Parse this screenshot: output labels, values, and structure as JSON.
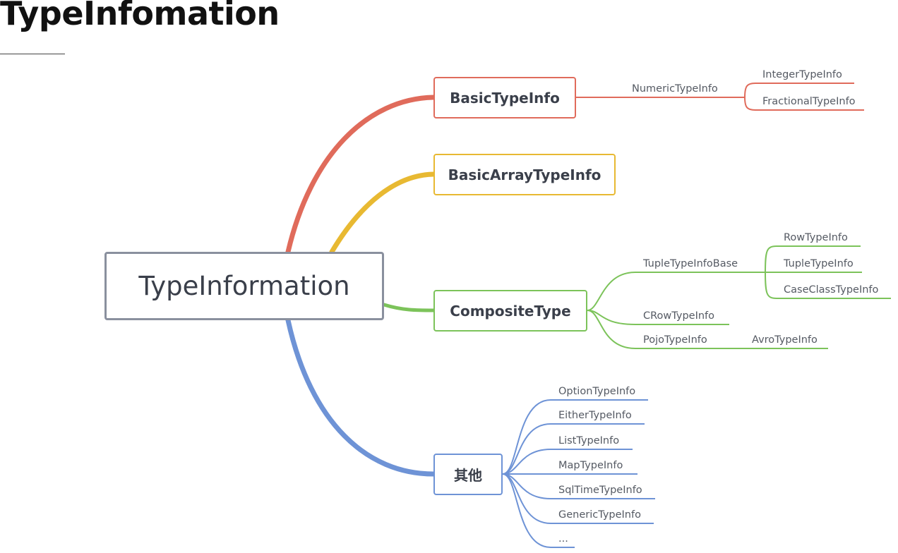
{
  "title": "TypeInfomation",
  "colors": {
    "red": "#e06b5b",
    "yellow": "#e8b932",
    "green": "#7cc35a",
    "blue": "#6e93d6",
    "root_border": "#8a909e"
  },
  "root": {
    "label": "TypeInformation"
  },
  "branches": {
    "basic": {
      "label": "BasicTypeInfo",
      "numeric": "NumericTypeInfo",
      "integer": "IntegerTypeInfo",
      "fractional": "FractionalTypeInfo"
    },
    "basic_array": {
      "label": "BasicArrayTypeInfo"
    },
    "composite": {
      "label": "CompositeType",
      "tuple_base": "TupleTypeInfoBase",
      "row": "RowTypeInfo",
      "tuple": "TupleTypeInfo",
      "case_class": "CaseClassTypeInfo",
      "crow": "CRowTypeInfo",
      "pojo": "PojoTypeInfo",
      "avro": "AvroTypeInfo"
    },
    "other": {
      "label": "其他",
      "items": [
        "OptionTypeInfo",
        "EitherTypeInfo",
        "ListTypeInfo",
        "MapTypeInfo",
        "SqlTimeTypeInfo",
        "GenericTypeInfo",
        "..."
      ]
    }
  }
}
